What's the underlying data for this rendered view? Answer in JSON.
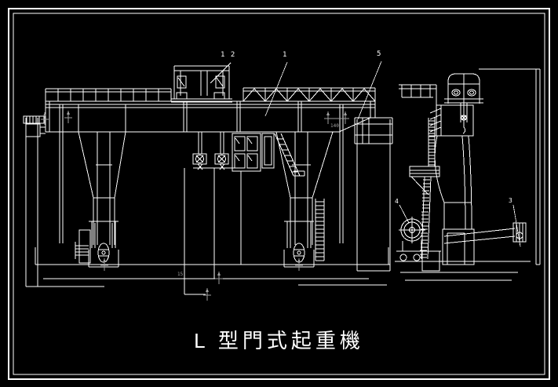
{
  "title": {
    "text": "L 型門式起重機"
  },
  "callouts": [
    {
      "text": "1 2"
    },
    {
      "text": "1"
    },
    {
      "text": "5"
    },
    {
      "text": "4"
    },
    {
      "text": "3"
    }
  ],
  "dim_labels": [
    {
      "text": "140"
    },
    {
      "text": "15"
    }
  ],
  "colors": {
    "background": "#000000",
    "line": "#ffffff",
    "dim_mark": "#9e9e9e"
  }
}
